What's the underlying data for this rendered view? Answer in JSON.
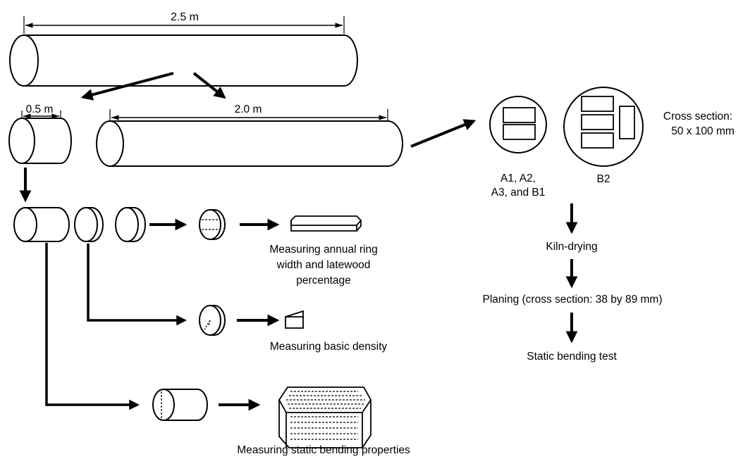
{
  "dimensions": {
    "log_length": "2.5 m",
    "short_segment": "0.5 m",
    "long_segment": "2.0 m"
  },
  "cross_sections": {
    "left_label_lines": [
      "A1, A2,",
      "A3, and B1"
    ],
    "right_label": "B2",
    "note_lines": [
      "Cross section:",
      "50 x 100 mm"
    ]
  },
  "process_steps": [
    "Kiln-drying",
    "Planing (cross section: 38 by 89 mm)",
    "Static bending test"
  ],
  "measurements": {
    "ring_lines": [
      "Measuring annual ring",
      "width and latewood",
      "percentage"
    ],
    "density": "Measuring basic density",
    "bending": "Measuring static bending properties"
  }
}
